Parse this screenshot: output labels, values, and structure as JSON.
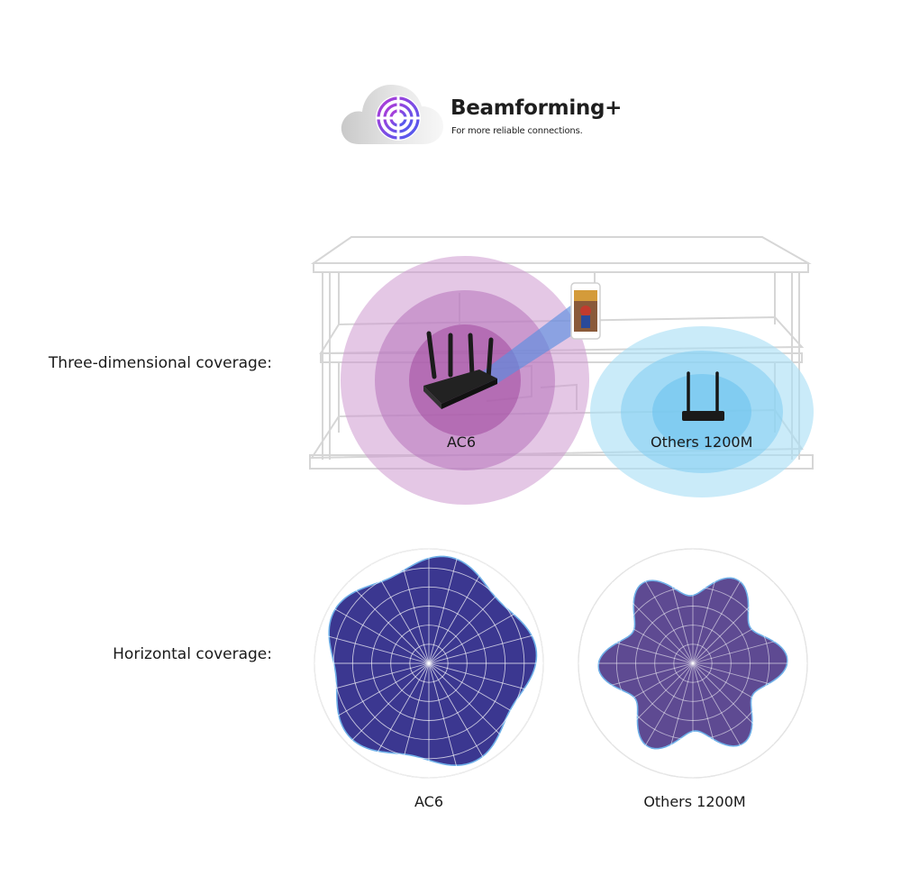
{
  "header": {
    "title": "Beamforming+",
    "subtitle": "For more reliable connections.",
    "icon": "target-icon",
    "accent_colors": [
      "#8e2de2",
      "#4a6cf7"
    ]
  },
  "rows": {
    "three_d_label": "Three-dimensional coverage:",
    "horizontal_label": "Horizontal coverage:"
  },
  "scene": {
    "ac6_label": "AC6",
    "others_label": "Others 1200M",
    "ac6_color": "#b15dbb",
    "others_color": "#4fb7ec"
  },
  "polar": {
    "ac6_label": "AC6",
    "others_label": "Others 1200M",
    "ac6_fill": "#3b3790",
    "others_fill": "#5e4a92",
    "outline": "#6fb0e8"
  }
}
